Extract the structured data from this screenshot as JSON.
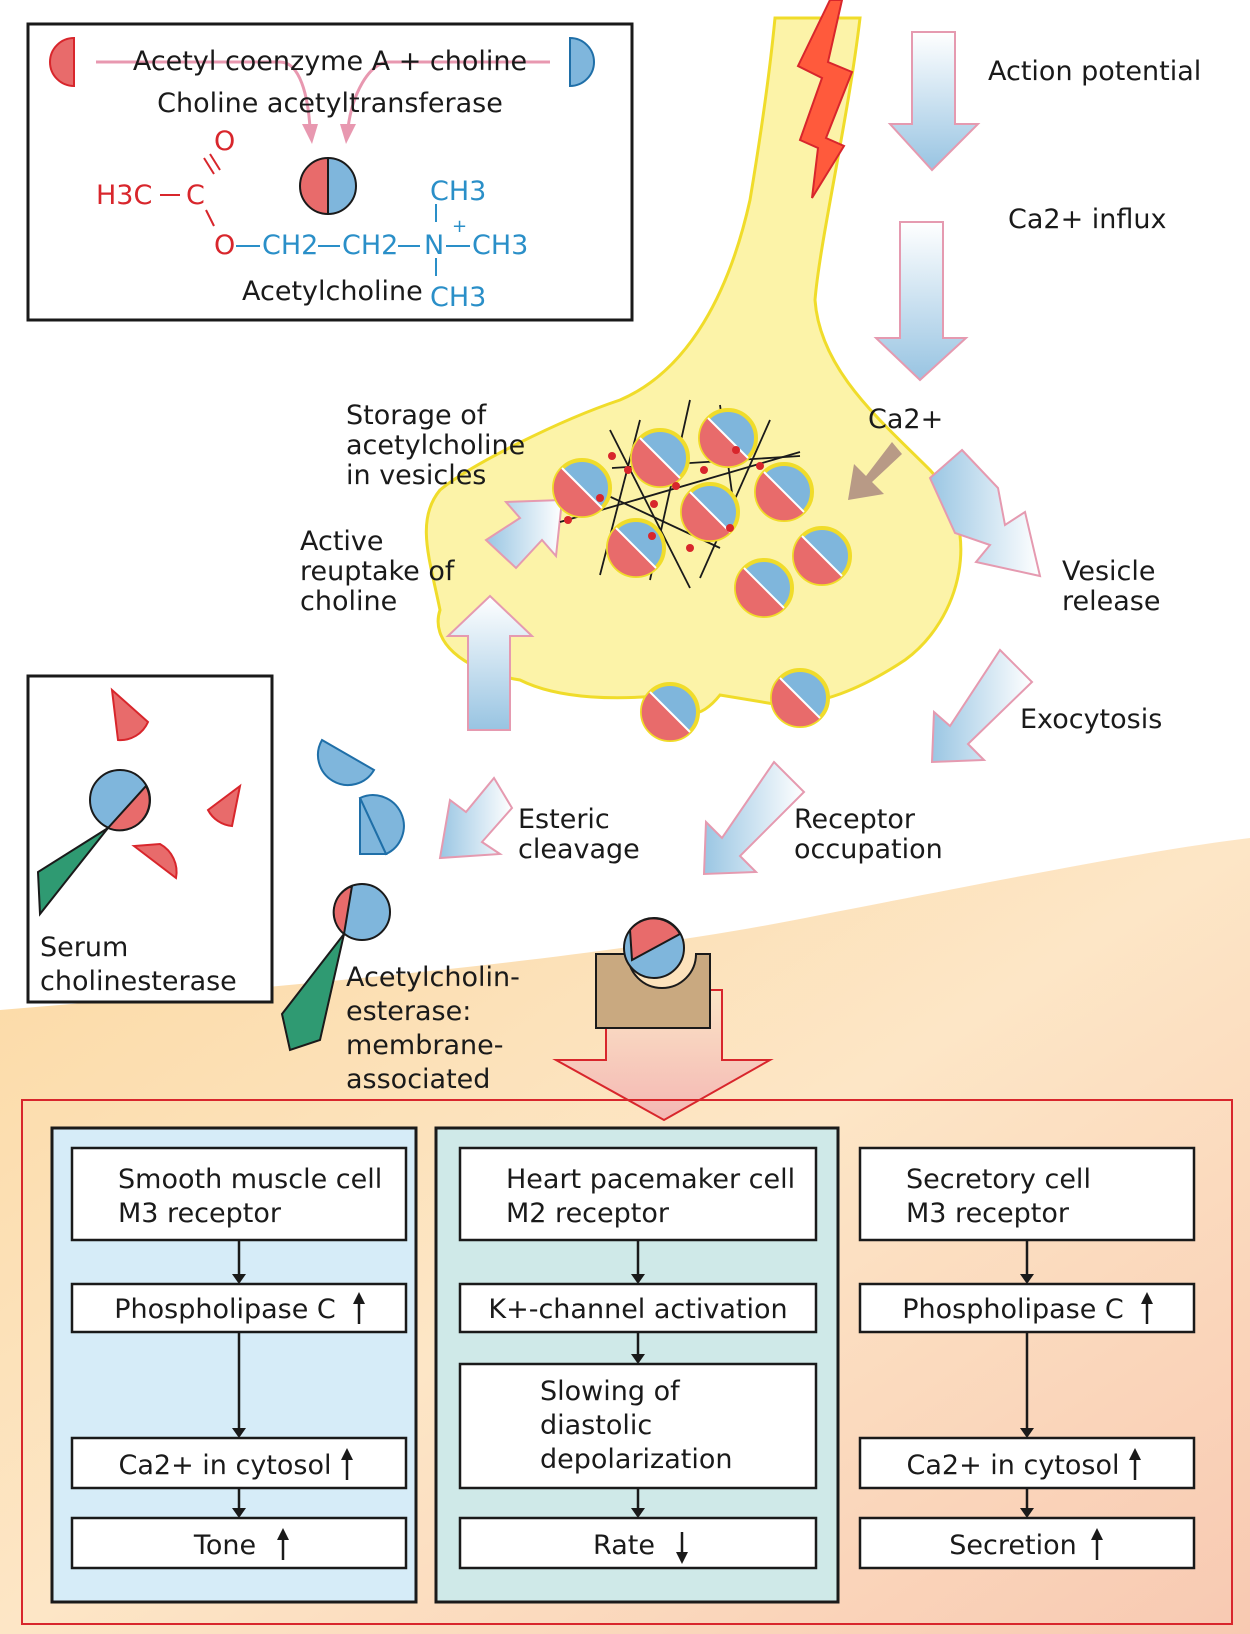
{
  "synthesis_box": {
    "title_line1": "Acetyl coenzyme A + choline",
    "title_line2": "Choline acetyltransferase",
    "formula": {
      "O_top": "O",
      "H3C": "H3C",
      "C": "C",
      "O_link": "O",
      "CH2_a": "CH2",
      "CH2_b": "CH2",
      "N": "N",
      "plus": "+",
      "CH3_top": "CH3",
      "CH3_right": "CH3",
      "CH3_bottom": "CH3"
    },
    "product_label": "Acetylcholine"
  },
  "process_labels": {
    "action_potential": "Action potential",
    "ca_influx": "Ca2+ influx",
    "ca": "Ca2+",
    "storage": [
      "Storage of",
      "acetylcholine",
      "in vesicles"
    ],
    "reuptake": [
      "Active",
      "reuptake of",
      "choline"
    ],
    "vesicle_release": [
      "Vesicle",
      "release"
    ],
    "exocytosis": "Exocytosis",
    "receptor_occupation": [
      "Receptor",
      "occupation"
    ],
    "esteric_cleavage": [
      "Esteric",
      "cleavage"
    ],
    "serum_cholinesterase": [
      "Serum",
      "cholinesterase"
    ],
    "acetylcholinesterase": [
      "Acetylcholin-",
      "esterase:",
      "membrane-",
      "associated"
    ]
  },
  "effector_columns": [
    {
      "header": [
        "Smooth muscle cell",
        "M3 receptor"
      ],
      "step1": "Phospholipase C",
      "step2": "Ca2+ in cytosol",
      "result": "Tone",
      "arrow_up": "↑",
      "bg": "#d6ecf8"
    },
    {
      "header": [
        "Heart  pacemaker cell",
        "M2 receptor"
      ],
      "step1": "K+-channel activation",
      "step2": [
        "Slowing of",
        "diastolic",
        "depolarization"
      ],
      "result": "Rate",
      "arrow_down": "↓",
      "bg": "#cfe9e8"
    },
    {
      "header": [
        "Secretory cell",
        "M3 receptor"
      ],
      "step1": "Phospholipase C",
      "step2": "Ca2+ in cytosol",
      "result": "Secretion",
      "arrow_up": "↑"
    }
  ],
  "colors": {
    "acetyl_red": "#e86b6b",
    "choline_blue": "#7fb6dc",
    "neuron_yellow": "#fcf3a8",
    "neuron_edge": "#f0dc2a",
    "enzyme_green": "#2f9a72",
    "receptor_tan": "#c9a980",
    "frame_red": "#d8262c"
  }
}
